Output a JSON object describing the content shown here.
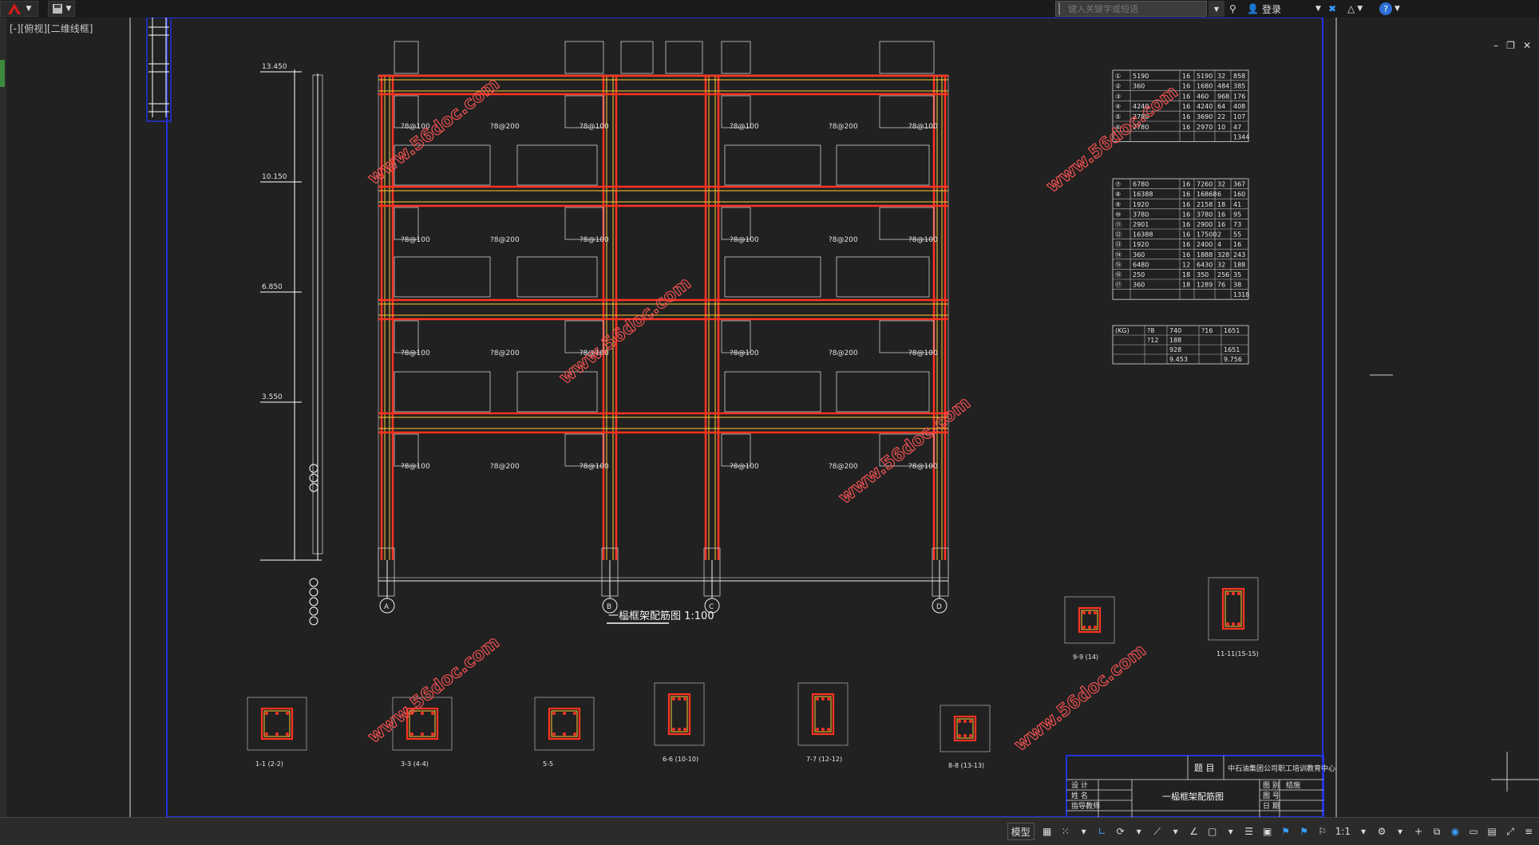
{
  "app": {
    "title": "",
    "logo_glyph": "A",
    "viewport_label": "[-][俯视][二维线框]"
  },
  "toolbar": {
    "search_placeholder": "键入关键字或短语",
    "login_label": "登录"
  },
  "window_controls": [
    "–",
    "❐",
    "✕"
  ],
  "drawing": {
    "main_title": "一榀框架配筋图 1:100",
    "elevation_labels": [
      "13.450",
      "10.150",
      "6.850",
      "3.550"
    ],
    "axis_labels": [
      "A",
      "B",
      "C",
      "D"
    ],
    "stirrup_labels": [
      "?8@200",
      "?8@100"
    ],
    "section_labels": [
      "1-1 (2-2)",
      "3-3 (4-4)",
      "5-5",
      "6-6 (10-10)",
      "7-7 (12-12)",
      "8-8 (13-13)",
      "9-9 (14)",
      "11-11(15-15)"
    ],
    "rebar_table_1": [
      [
        "①",
        "5190",
        "16",
        "5190",
        "32",
        "858"
      ],
      [
        "②",
        "360",
        "16",
        "1680",
        "484",
        "385"
      ],
      [
        "③",
        "",
        "16",
        "460",
        "968",
        "176"
      ],
      [
        "④",
        "4240",
        "16",
        "4240",
        "64",
        "408"
      ],
      [
        "⑤",
        "2780",
        "16",
        "3690",
        "22",
        "107"
      ],
      [
        "⑥",
        "2780",
        "16",
        "2970",
        "10",
        "47"
      ],
      [
        "",
        "",
        "",
        "",
        "",
        "1344"
      ]
    ],
    "rebar_table_2": [
      [
        "⑦",
        "6780",
        "16",
        "7260",
        "32",
        "367"
      ],
      [
        "⑧",
        "16388",
        "16",
        "16868",
        "6",
        "160"
      ],
      [
        "⑨",
        "1920",
        "16",
        "2158",
        "18",
        "41"
      ],
      [
        "⑩",
        "3780",
        "16",
        "3780",
        "16",
        "95"
      ],
      [
        "⑪",
        "2901",
        "16",
        "2900",
        "16",
        "73"
      ],
      [
        "⑫",
        "16388",
        "16",
        "17500",
        "2",
        "55"
      ],
      [
        "⑬",
        "1920",
        "16",
        "2400",
        "4",
        "16"
      ],
      [
        "⑭",
        "360",
        "16",
        "1888",
        "328",
        "243"
      ],
      [
        "⑮",
        "6480",
        "12",
        "6430",
        "32",
        "188"
      ],
      [
        "⑯",
        "250",
        "18",
        "350",
        "256",
        "35"
      ],
      [
        "⑰",
        "360",
        "18",
        "1289",
        "76",
        "38"
      ],
      [
        "",
        "",
        "",
        "",
        "",
        "1318"
      ]
    ],
    "weight_table": [
      [
        "(KG)",
        "?8",
        "740",
        "?16",
        "1651"
      ],
      [
        "",
        "?12",
        "188",
        "",
        ""
      ],
      [
        "",
        "",
        "928",
        "",
        "1651"
      ],
      [
        "",
        "",
        "9.453",
        "",
        "9.756"
      ]
    ],
    "title_block": {
      "subject_label": "题 目",
      "project": "中石油集团公司职工培训教育中心",
      "drawing_name": "一榀框架配筋图",
      "row_labels": [
        "设 计",
        "姓 名",
        "指导教师"
      ],
      "right_labels": [
        "图 别",
        "图 号",
        "日 期"
      ],
      "discipline": "结施"
    },
    "watermark": "www.56doc.com"
  },
  "status": {
    "model_label": "模型",
    "scale": "1:1"
  }
}
